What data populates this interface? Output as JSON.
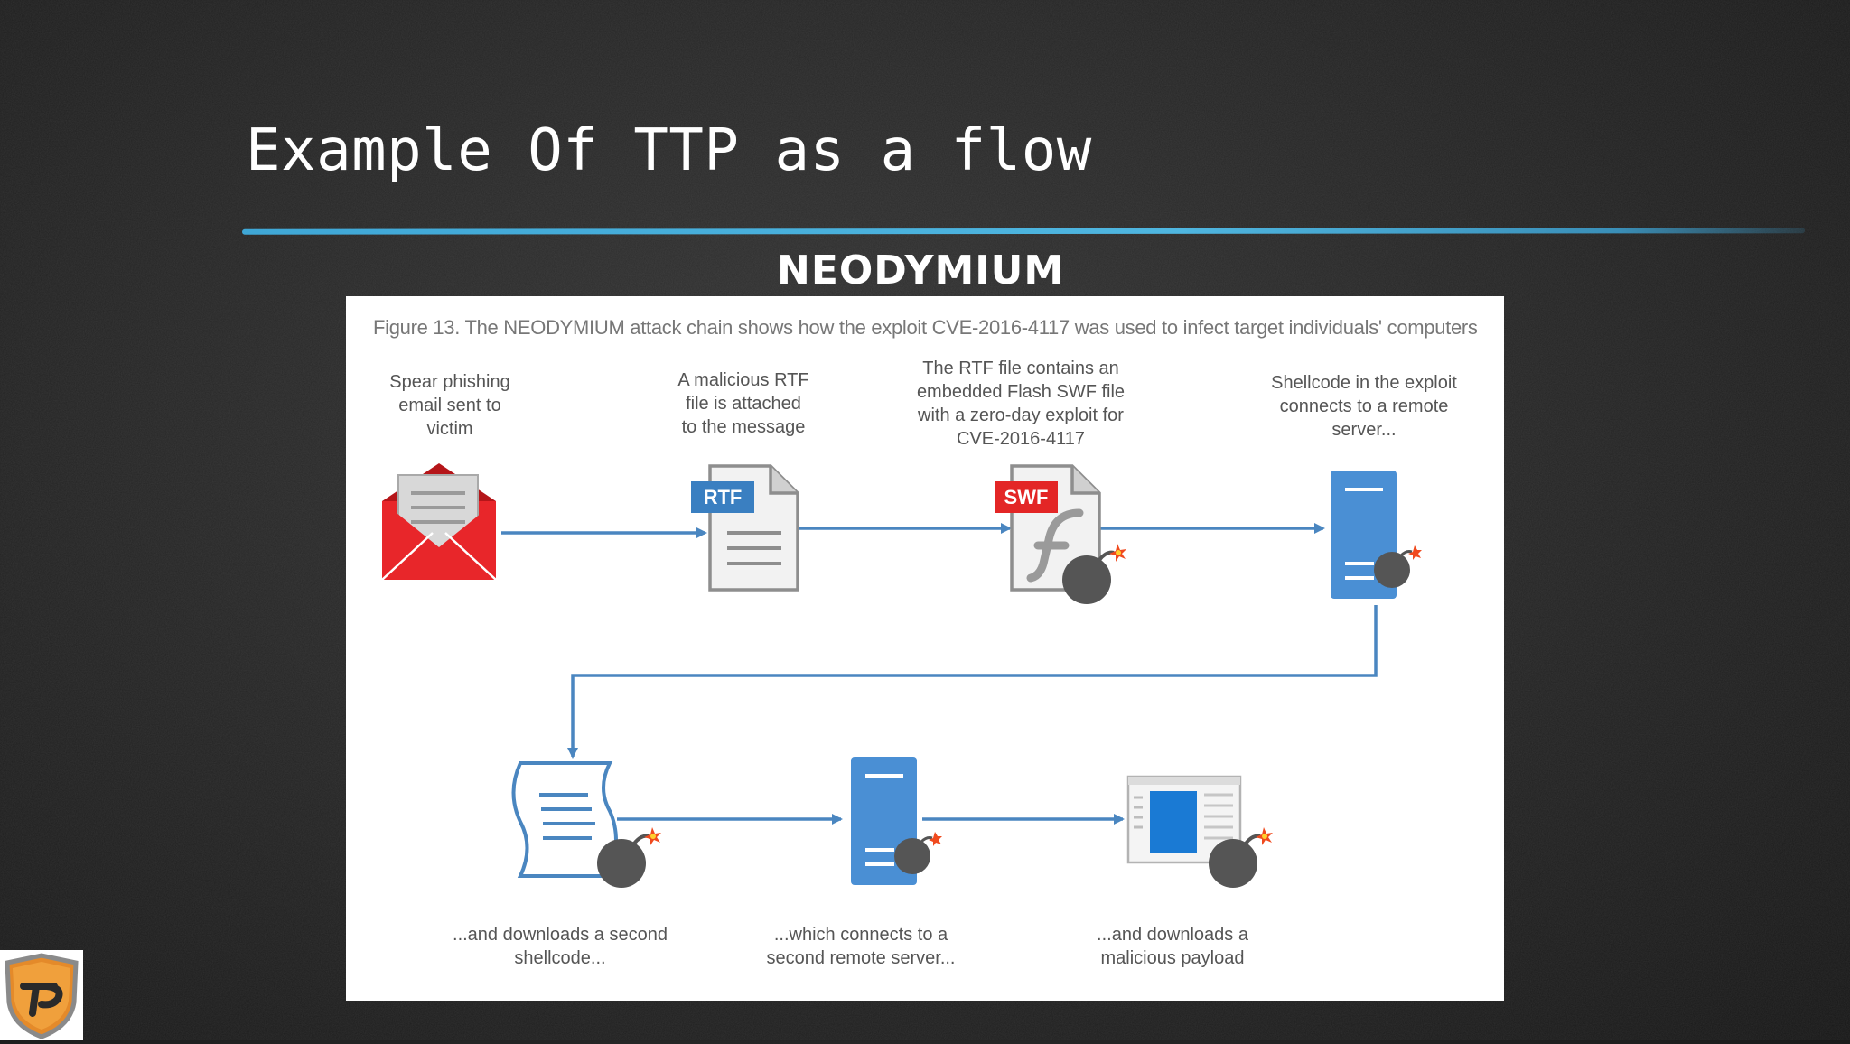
{
  "slide": {
    "title": "Example Of TTP as a flow",
    "subtitle": "NEODYMIUM"
  },
  "figure": {
    "caption": "Figure 13. The NEODYMIUM attack chain shows how the exploit CVE-2016-4117 was used to infect target individuals' computers",
    "steps": [
      {
        "label": "Spear phishing\nemail sent to\nvictim",
        "icon": "email-icon"
      },
      {
        "label": "A malicious RTF\nfile is attached\nto the message",
        "icon": "rtf-file-icon",
        "badge": "RTF"
      },
      {
        "label": "The RTF file contains an\nembedded Flash SWF file\nwith a zero-day exploit for\nCVE-2016-4117",
        "icon": "swf-file-icon",
        "badge": "SWF"
      },
      {
        "label": "Shellcode in the exploit\nconnects to a remote\nserver...",
        "icon": "server-icon"
      },
      {
        "label": "...and downloads a second\nshellcode...",
        "icon": "scroll-icon"
      },
      {
        "label": "...which connects to a\nsecond remote server...",
        "icon": "server-icon"
      },
      {
        "label": "...and downloads a\nmalicious payload",
        "icon": "window-icon"
      }
    ]
  },
  "colors": {
    "accent_line": "#3fa7d6",
    "arrow": "#4a86c0",
    "email_red": "#e8262a",
    "server_blue": "#4a8fd4",
    "bomb": "#555555",
    "badge_rtf": "#3a7fc1",
    "badge_swf": "#e32626"
  },
  "logo": {
    "icon": "shield-logo-icon"
  }
}
